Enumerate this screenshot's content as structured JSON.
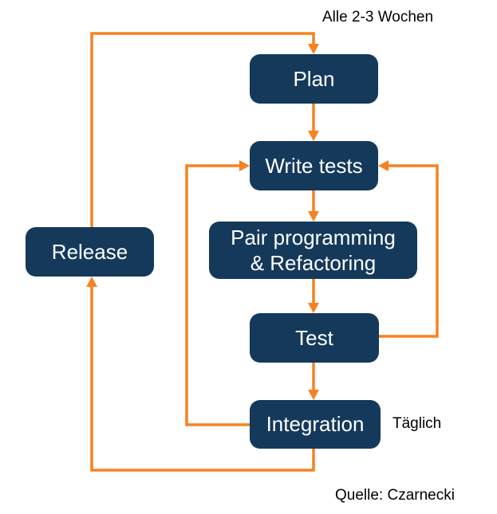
{
  "colors": {
    "box": "#14395B",
    "box_text": "#FFFFFF",
    "arrow": "#F6821F",
    "label_text": "#000000",
    "background": "#FFFFFF"
  },
  "annotations": {
    "cycle": "Alle 2-3 Wochen",
    "daily": "Täglich",
    "source": "Quelle: Czarnecki"
  },
  "nodes": {
    "plan": {
      "label": "Plan"
    },
    "write_tests": {
      "label": "Write tests"
    },
    "pair_refactor": {
      "label": "Pair programming\n& Refactoring"
    },
    "test": {
      "label": "Test"
    },
    "integration": {
      "label": "Integration"
    },
    "release": {
      "label": "Release"
    }
  },
  "edges": [
    {
      "from": "plan",
      "to": "write_tests"
    },
    {
      "from": "write_tests",
      "to": "pair_refactor"
    },
    {
      "from": "pair_refactor",
      "to": "test"
    },
    {
      "from": "test",
      "to": "integration"
    },
    {
      "from": "test",
      "to": "write_tests"
    },
    {
      "from": "integration",
      "to": "write_tests"
    },
    {
      "from": "integration",
      "to": "release"
    },
    {
      "from": "release",
      "to": "plan"
    }
  ]
}
